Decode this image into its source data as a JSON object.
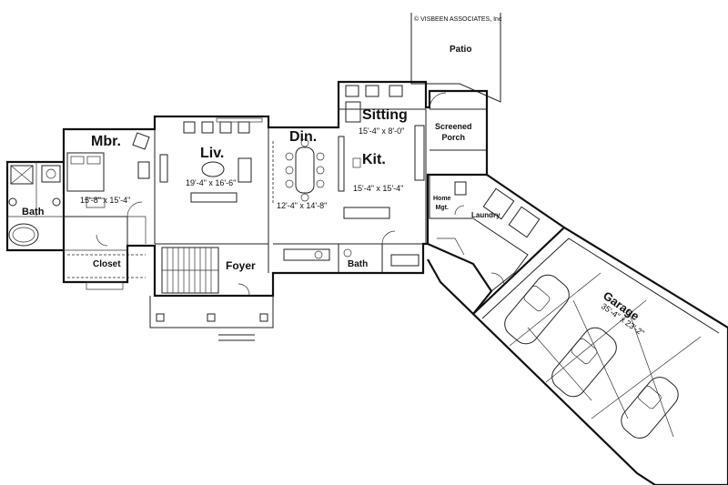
{
  "copyright": "© VISBEEN ASSOCIATES, Inc",
  "rooms": {
    "patio": "Patio",
    "sitting": "Sitting",
    "sitting_dim": "15'-4\" x 8'-0\"",
    "screened_porch": "Screened\nPorch",
    "mbr": "Mbr.",
    "mbr_dim": "15'-8\" x 15'-4\"",
    "liv": "Liv.",
    "liv_dim": "19'-4\" x 16'-6\"",
    "din": "Din.",
    "din_dim": "12'-4\" x 14'-8\"",
    "kit": "Kit.",
    "kit_dim": "15'-4\" x 15'-4\"",
    "home_mgt": "Home\nMgt.",
    "laundry": "Laundry",
    "bath_master": "Bath",
    "closet": "Closet",
    "foyer": "Foyer",
    "bath_hall": "Bath",
    "garage": "Garage",
    "garage_dim": "35'-4\" x 23'-2\""
  }
}
